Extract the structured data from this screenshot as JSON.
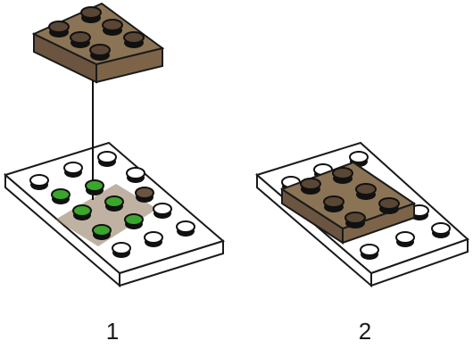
{
  "steps": [
    {
      "label": "1"
    },
    {
      "label": "2"
    }
  ],
  "colors": {
    "brick_brown": "#8b7355",
    "brick_brown_dark": "#6b5540",
    "stud_highlight": "#3aa62c",
    "plate_white": "#ffffff",
    "outline": "#1a1a1a",
    "stud_black": "#111111"
  },
  "parts": [
    {
      "name": "brown-2x3-plate",
      "color": "brown",
      "studs": 6
    },
    {
      "name": "white-base-plate",
      "color": "white"
    }
  ]
}
